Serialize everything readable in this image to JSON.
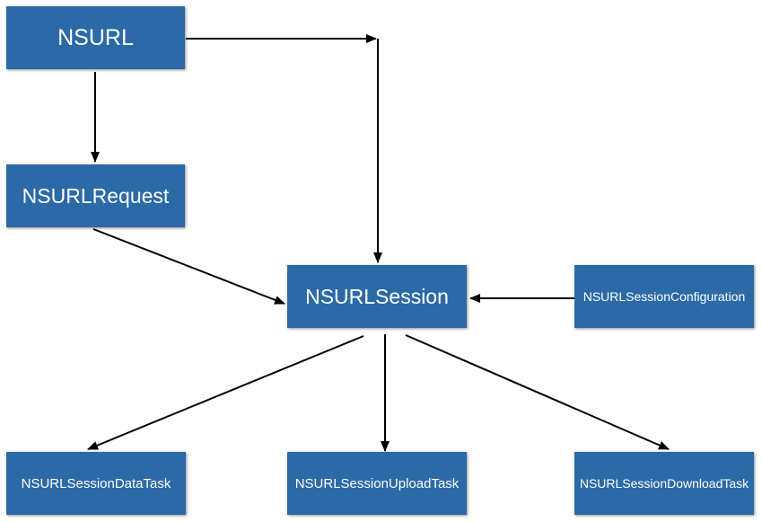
{
  "nodes": {
    "nsurl": "NSURL",
    "nsurl_request": "NSURLRequest",
    "nsurl_session": "NSURLSession",
    "session_configuration": "NSURLSessionConfiguration",
    "data_task": "NSURLSessionDataTask",
    "upload_task": "NSURLSessionUploadTask",
    "download_task": "NSURLSessionDownloadTask"
  },
  "edges": [
    {
      "from": "nsurl",
      "to": "nsurl_request"
    },
    {
      "from": "nsurl",
      "to": "nsurl_session"
    },
    {
      "from": "nsurl_request",
      "to": "nsurl_session"
    },
    {
      "from": "session_configuration",
      "to": "nsurl_session"
    },
    {
      "from": "nsurl_session",
      "to": "data_task"
    },
    {
      "from": "nsurl_session",
      "to": "upload_task"
    },
    {
      "from": "nsurl_session",
      "to": "download_task"
    }
  ],
  "colors": {
    "node_fill": "#2b6aa7",
    "node_text": "#ffffff",
    "edge": "#000000"
  }
}
